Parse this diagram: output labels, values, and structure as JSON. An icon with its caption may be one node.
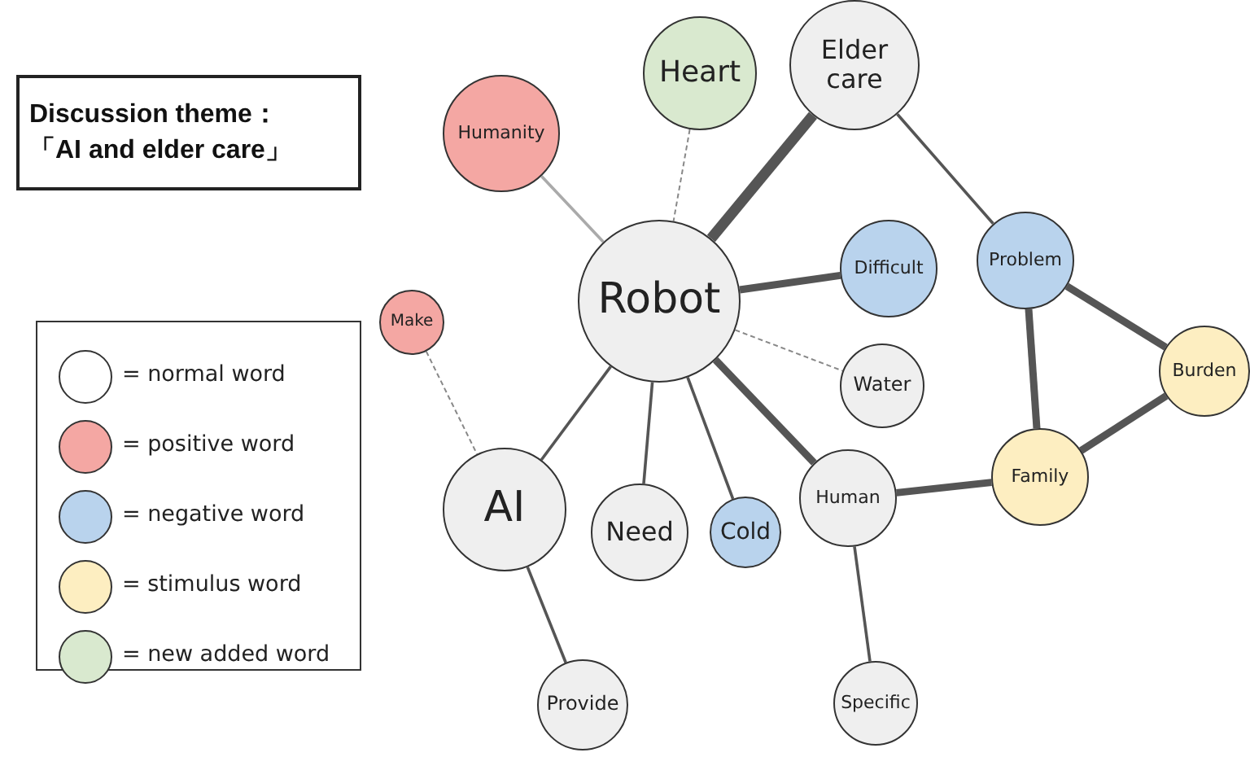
{
  "diagram": {
    "title": "Discussion theme：「AI and elder care」",
    "nodes": [
      {
        "text": [
          "Humanity"
        ]
      },
      {
        "text": [
          "Heart"
        ]
      },
      {
        "text": [
          "Elder care"
        ]
      },
      {
        "text": [
          "Make"
        ]
      },
      {
        "text": [
          "Robot"
        ]
      },
      {
        "text": [
          "Difficult"
        ]
      },
      {
        "text": [
          "Problem"
        ]
      },
      {
        "text": [
          "Water"
        ]
      },
      {
        "text": [
          "Burden"
        ]
      },
      {
        "text": [
          "AI"
        ]
      },
      {
        "text": [
          "Need"
        ]
      },
      {
        "text": [
          "Cold"
        ]
      },
      {
        "text": [
          "Human"
        ]
      },
      {
        "text": [
          "Family"
        ]
      },
      {
        "text": [
          "Provide"
        ]
      },
      {
        "text": [
          "Specific"
        ]
      }
    ],
    "edges": [
      {
        "from": 0,
        "to": 4,
        "arrow": "none",
        "color": "#aaaaaa"
      },
      {
        "from": 1,
        "to": 4,
        "arrow": "none",
        "style": "dashed"
      },
      {
        "from": 2,
        "to": 4,
        "arrow": "none",
        "style": "thick"
      },
      {
        "from": 2,
        "to": 6,
        "arrow": "none"
      },
      {
        "from": 4,
        "to": 5,
        "arrow": "none",
        "style": "thick"
      },
      {
        "from": 4,
        "to": 7,
        "arrow": "none",
        "style": "dashed"
      },
      {
        "from": 4,
        "to": 9,
        "arrow": "none"
      },
      {
        "from": 4,
        "to": 10,
        "arrow": "none"
      },
      {
        "from": 4,
        "to": 11,
        "arrow": "none"
      },
      {
        "from": 4,
        "to": 12,
        "arrow": "none",
        "style": "thick"
      },
      {
        "from": 3,
        "to": 9,
        "arrow": "none",
        "style": "dashed"
      },
      {
        "from": 9,
        "to": 14,
        "arrow": "none"
      },
      {
        "from": 12,
        "to": 15,
        "arrow": "none"
      },
      {
        "from": 12,
        "to": 13,
        "arrow": "none",
        "style": "thick"
      },
      {
        "from": 6,
        "to": 13,
        "arrow": "none",
        "style": "thick"
      },
      {
        "from": 6,
        "to": 8,
        "arrow": "none",
        "style": "thick"
      },
      {
        "from": 13,
        "to": 8,
        "arrow": "none",
        "style": "thick"
      }
    ],
    "legend": [
      {
        "text": "= normal word",
        "color": "#ffffff"
      },
      {
        "text": "= positive word",
        "color": "#f4a7a3"
      },
      {
        "text": "= negative word",
        "color": "#b9d3ed"
      },
      {
        "text": "= stimulus word",
        "color": "#fdeec1"
      },
      {
        "text": "= new added word",
        "color": "#d9e9cf"
      }
    ]
  }
}
